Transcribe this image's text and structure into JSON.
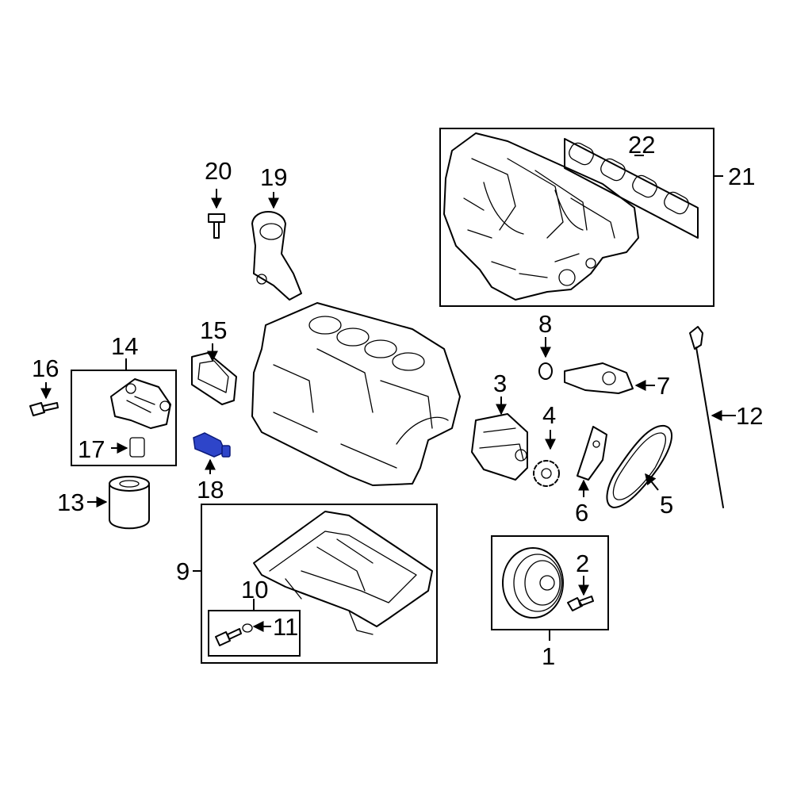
{
  "diagram": {
    "highlight_color": "#2e45c9",
    "callouts": {
      "c1": "1",
      "c2": "2",
      "c3": "3",
      "c4": "4",
      "c5": "5",
      "c6": "6",
      "c7": "7",
      "c8": "8",
      "c9": "9",
      "c10": "10",
      "c11": "11",
      "c12": "12",
      "c13": "13",
      "c14": "14",
      "c15": "15",
      "c16": "16",
      "c17": "17",
      "c18": "18",
      "c19": "19",
      "c20": "20",
      "c21": "21",
      "c22": "22"
    }
  }
}
